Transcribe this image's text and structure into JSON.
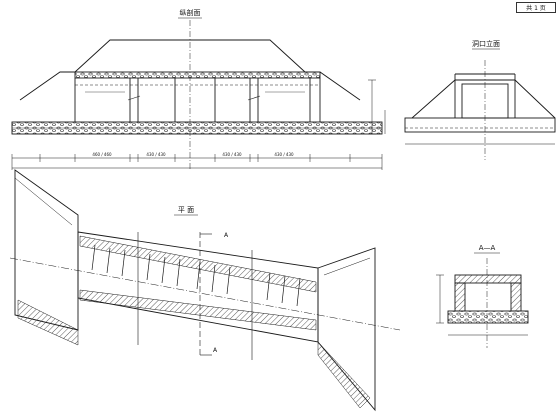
{
  "sheet_marker": "共 1 页",
  "views": {
    "longitudinal": {
      "title": "纵剖面"
    },
    "portal": {
      "title": "洞口立面"
    },
    "plan": {
      "title": "平 面"
    },
    "section": {
      "title": "A—A"
    }
  },
  "section_mark": "A",
  "dim_labels": [
    "460 / 460",
    "430 / 430",
    "430 / 430",
    "430 / 430"
  ],
  "colors": {
    "line": "#1a1a1a",
    "hatch": "#333333",
    "background": "#ffffff"
  }
}
